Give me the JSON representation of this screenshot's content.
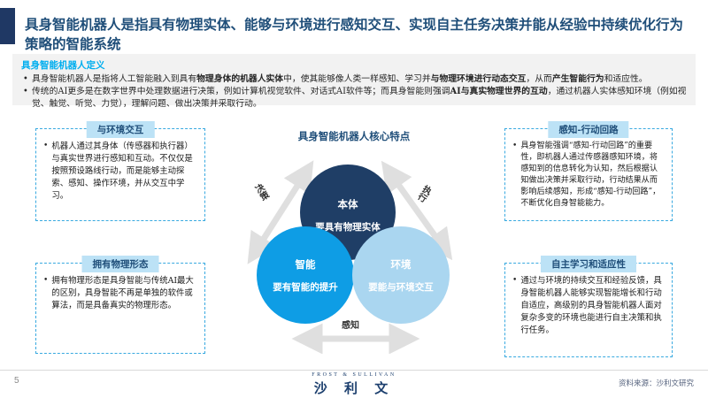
{
  "page": {
    "title": "具身智能机器人是指具有物理实体、能够与环境进行感知交互、实现自主任务决策并能从经验中持续优化行为策略的智能系统",
    "page_number": "5",
    "source": "资料来源：沙利文研究",
    "logo": {
      "top_line": "FROST & SULLIVAN",
      "name": "沙 利 文"
    }
  },
  "definition": {
    "title": "具身智能机器人定义",
    "bullets": [
      [
        {
          "t": "具身智能机器人是指将人工智能融入到具有",
          "b": false
        },
        {
          "t": "物理身体的机器人实体",
          "b": true
        },
        {
          "t": "中，使其能够像人类一样感知、学习并",
          "b": false
        },
        {
          "t": "与物理环境进行动态交互",
          "b": true
        },
        {
          "t": "，从而",
          "b": false
        },
        {
          "t": "产生智能行为",
          "b": true
        },
        {
          "t": "和适应性。",
          "b": false
        }
      ],
      [
        {
          "t": "传统的AI更多是在数字世界中处理数据进行决策，例如计算机视觉软件、对话式AI软件等；而具身智能则强调",
          "b": false
        },
        {
          "t": "AI与真实物理世界的互动",
          "b": true
        },
        {
          "t": "，通过机器人实体感知环境（例如视觉、触觉、听觉、力觉），理解问题、做出决策并采取行动。",
          "b": false
        }
      ]
    ]
  },
  "boxes": [
    {
      "title": "与环境交互",
      "text": "机器人通过其身体（传感器和执行器）与真实世界进行感知和互动。不仅仅是按照预设路线行动，而是能够主动探索、感知、操作环境，并从交互中学习。"
    },
    {
      "title": "感知-行动回路",
      "text": "具身智能强调“感知-行动回路”的重要性，即机器人通过传感器感知环境，将感知到的信息转化为认知，然后根据认知做出决策并采取行动，行动结果从而影响后续感知，形成“感知-行动回路”，不断优化自身智能能力。"
    },
    {
      "title": "拥有物理形态",
      "text": "拥有物理形态是具身智能与传统AI最大的区别，具身智能不再是单独的软件或算法，而是具备真实的物理形态。"
    },
    {
      "title": "自主学习和适应性",
      "text": "通过与环境的持续交互和经验反馈，具身智能机器人能够实现智能增长和行动自适应，高级别的具身智能机器人面对复杂多变的环境也能进行自主决策和执行任务。"
    }
  ],
  "diagram": {
    "title": "具身智能机器人核心特点",
    "circles": [
      {
        "name": "本体",
        "desc": "要具有物理实体",
        "color": "#1F3E66"
      },
      {
        "name": "智能",
        "desc": "要有智能的提升",
        "color": "#0E9DE5"
      },
      {
        "name": "环境",
        "desc": "要能与环境交互",
        "color": "#AAD6F0"
      }
    ],
    "labels": {
      "decision": "决策",
      "execution": "执行",
      "perception": "感知"
    },
    "arrow_color": "#DFDFDF"
  },
  "colors": {
    "title_navy": "#1F4E79",
    "accent_bar": "#1F3864",
    "definition_bg": "#F2F2F2",
    "definition_title": "#00AEEF",
    "box_border": "#38A9E0",
    "box_tab_bg": "#BCE2F6"
  }
}
